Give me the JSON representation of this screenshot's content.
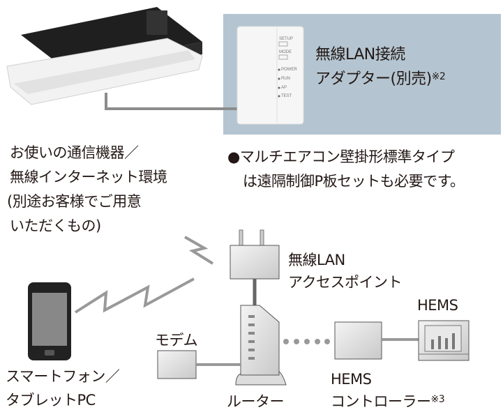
{
  "adapter": {
    "line1": "無線LAN接続",
    "line2": "アダプター(別売)",
    "note": "※2",
    "buttons": [
      "SETUP",
      "MODE"
    ],
    "leds": [
      "POWER",
      "RUN",
      "AP",
      "TEST"
    ]
  },
  "devices_text": [
    "お使いの通信機器／",
    "無線インターネット環境",
    "(別途お客様でご用意",
    "いただくもの)"
  ],
  "notice": [
    "●マルチエアコン壁掛形標準タイプ",
    "は遠隔制御P板セットも必要です。"
  ],
  "access_point": [
    "無線LAN",
    "アクセスポイント"
  ],
  "hems": "HEMS",
  "modem": "モデム",
  "router": "ルーター",
  "hems_controller": {
    "line1": "HEMS",
    "line2": "コントローラー",
    "note": "※3"
  },
  "smartphone": [
    "スマートフォン／",
    "タブレットPC"
  ],
  "colors": {
    "panel": "#b4c5d1",
    "line": "#8c8c8c",
    "text": "#231815"
  }
}
